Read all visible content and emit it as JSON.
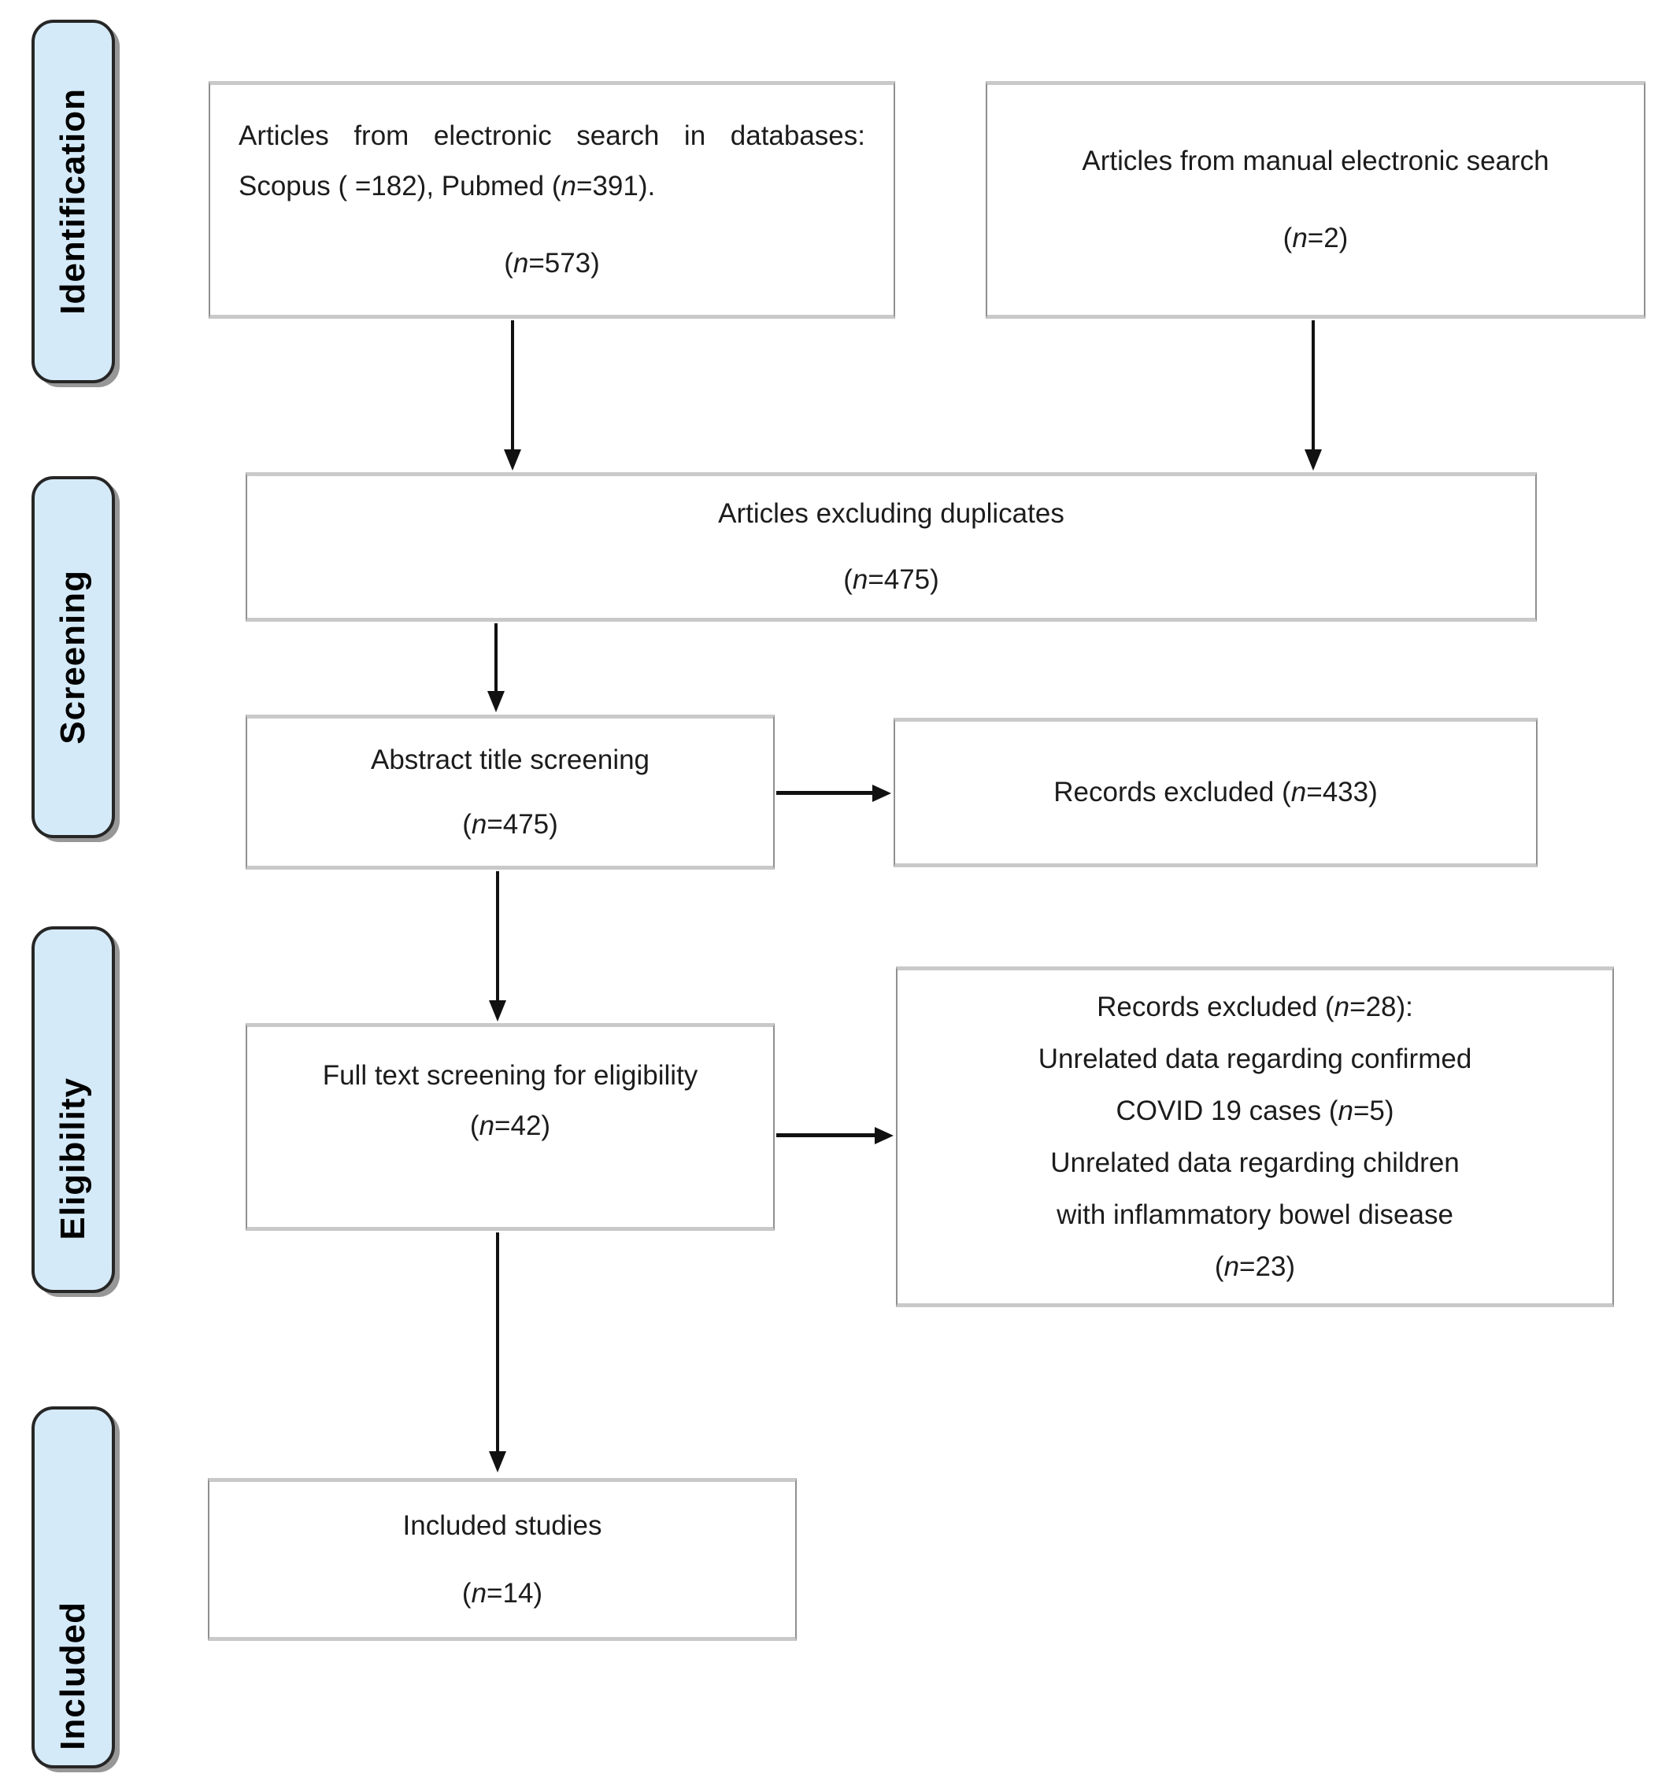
{
  "figure": {
    "kind": "prisma-flow-diagram",
    "topic": "systematic review article selection"
  },
  "sidebar": {
    "stages": [
      {
        "label": "Identification"
      },
      {
        "label": "Screening"
      },
      {
        "label": "Eligibility"
      },
      {
        "label": "Included"
      }
    ]
  },
  "boxes": {
    "electronic_search": {
      "lines": [
        {
          "a": "j",
          "s": [
            {
              "t": "Articles from electronic search in databases:"
            }
          ]
        },
        {
          "a": "l",
          "s": [
            {
              "t": "Scopus ( =182), Pubmed ("
            },
            {
              "t": "n",
              "i": true
            },
            {
              "t": "=391)."
            }
          ]
        },
        {
          "sp": true
        },
        {
          "s": [
            {
              "t": "("
            },
            {
              "t": "n",
              "i": true
            },
            {
              "t": "=573)"
            }
          ]
        }
      ]
    },
    "manual_search": {
      "lines": [
        {
          "s": [
            {
              "t": "Articles from manual electronic search"
            }
          ]
        },
        {
          "sp": true
        },
        {
          "s": [
            {
              "t": "("
            },
            {
              "t": "n",
              "i": true
            },
            {
              "t": "=2)"
            }
          ]
        }
      ]
    },
    "duplicates": {
      "lines": [
        {
          "s": [
            {
              "t": "Articles excluding duplicates"
            }
          ]
        },
        {
          "sp": true
        },
        {
          "s": [
            {
              "t": "("
            },
            {
              "t": "n",
              "i": true
            },
            {
              "t": "=475)"
            }
          ]
        }
      ]
    },
    "abstract_screening": {
      "lines": [
        {
          "s": [
            {
              "t": "Abstract title screening"
            }
          ]
        },
        {
          "sp": true
        },
        {
          "s": [
            {
              "t": "("
            },
            {
              "t": "n",
              "i": true
            },
            {
              "t": "=475)"
            }
          ]
        }
      ]
    },
    "records_excluded_screening": {
      "lines": [
        {
          "s": [
            {
              "t": "Records excluded ("
            },
            {
              "t": "n",
              "i": true
            },
            {
              "t": "=433)"
            }
          ]
        }
      ]
    },
    "full_text_screening": {
      "lines": [
        {
          "s": [
            {
              "t": "Full text screening for eligibility"
            }
          ]
        },
        {
          "s": [
            {
              "t": "("
            },
            {
              "t": "n",
              "i": true
            },
            {
              "t": "=42)"
            }
          ]
        }
      ]
    },
    "records_excluded_eligibility": {
      "lines": [
        {
          "s": [
            {
              "t": "Records excluded ("
            },
            {
              "t": "n",
              "i": true
            },
            {
              "t": "=28):"
            }
          ]
        },
        {
          "s": [
            {
              "t": "Unrelated data regarding confirmed"
            }
          ]
        },
        {
          "s": [
            {
              "t": "COVID 19 cases ("
            },
            {
              "t": "n",
              "i": true
            },
            {
              "t": "=5)"
            }
          ]
        },
        {
          "s": [
            {
              "t": "Unrelated data regarding children"
            }
          ]
        },
        {
          "s": [
            {
              "t": "with inflammatory bowel disease"
            }
          ]
        },
        {
          "s": [
            {
              "t": "("
            },
            {
              "t": "n",
              "i": true
            },
            {
              "t": "=23)"
            }
          ]
        }
      ]
    },
    "included_studies": {
      "lines": [
        {
          "s": [
            {
              "t": "Included studies"
            }
          ]
        },
        {
          "sp": true
        },
        {
          "s": [
            {
              "t": "("
            },
            {
              "t": "n",
              "i": true
            },
            {
              "t": "=14)"
            }
          ]
        }
      ]
    }
  },
  "colors": {
    "stage_fill": "#d5eaf8",
    "stage_border": "#262626",
    "box_border": "#8f8f8f",
    "text": "#1c1c1c",
    "arrow": "#111111"
  }
}
